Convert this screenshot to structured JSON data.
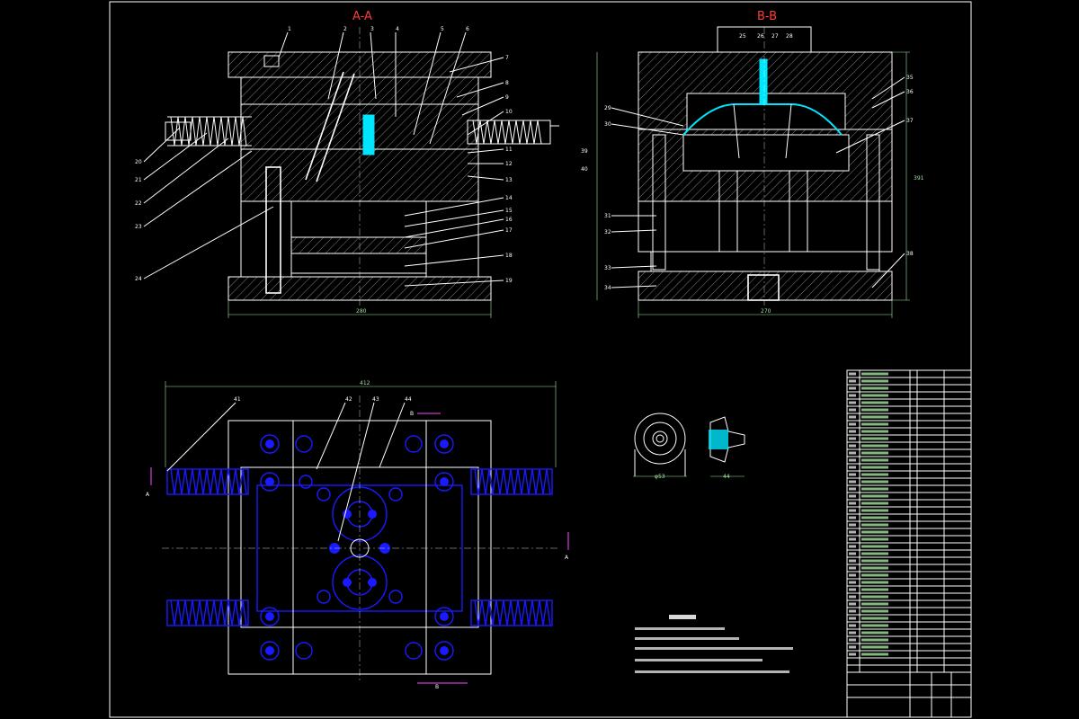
{
  "section_labels": {
    "aa": "A-A",
    "bb": "B-B"
  },
  "cut_marks": {
    "a_left": "A",
    "a_right": "A",
    "b_top": "B",
    "b_bottom": "B"
  },
  "dimensions": {
    "aa_width": "280",
    "bb_width": "270",
    "plan_width": "412",
    "bb_height": "391",
    "part_diameter": "φ53",
    "part_length": "44"
  },
  "part_numbers_aa": [
    "1",
    "2",
    "3",
    "4",
    "5",
    "6",
    "7",
    "8",
    "9",
    "10",
    "11",
    "12",
    "13",
    "14",
    "15",
    "16",
    "17",
    "18",
    "19",
    "20",
    "21",
    "22",
    "23",
    "24"
  ],
  "part_numbers_bb": [
    "25",
    "26",
    "27",
    "28",
    "29",
    "30",
    "31",
    "32",
    "33",
    "34",
    "35",
    "36",
    "37",
    "38",
    "39",
    "40"
  ],
  "part_numbers_plan": [
    "41",
    "42",
    "43",
    "44"
  ],
  "colors": {
    "outline": "#ffffff",
    "dimension": "#9fe89f",
    "plan_view": "#1a1aff",
    "part": "#00e5ff",
    "section_label": "#ff3b3b",
    "cut_mark": "#ff40ff",
    "background": "#000000"
  }
}
